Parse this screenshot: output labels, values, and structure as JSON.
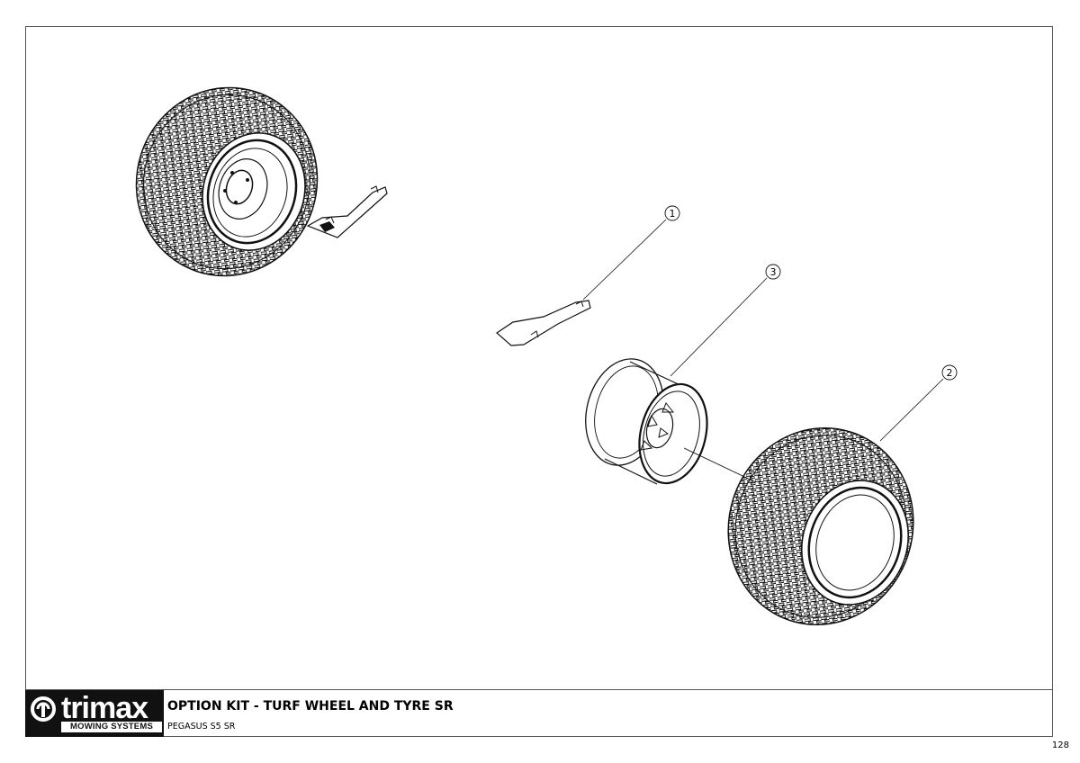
{
  "title_block": {
    "brand": "trimax",
    "brand_sub": "MOWING SYSTEMS",
    "title": "OPTION KIT - TURF WHEEL AND TYRE SR",
    "model": "PEGASUS S5 SR"
  },
  "page_number": "128",
  "callouts": [
    {
      "label": "1",
      "part": "decal-bracket"
    },
    {
      "label": "2",
      "part": "turf-tyre"
    },
    {
      "label": "3",
      "part": "wheel-rim"
    }
  ],
  "colors": {
    "line": "#111111",
    "frame": "#555555",
    "logo_bg": "#111111"
  }
}
